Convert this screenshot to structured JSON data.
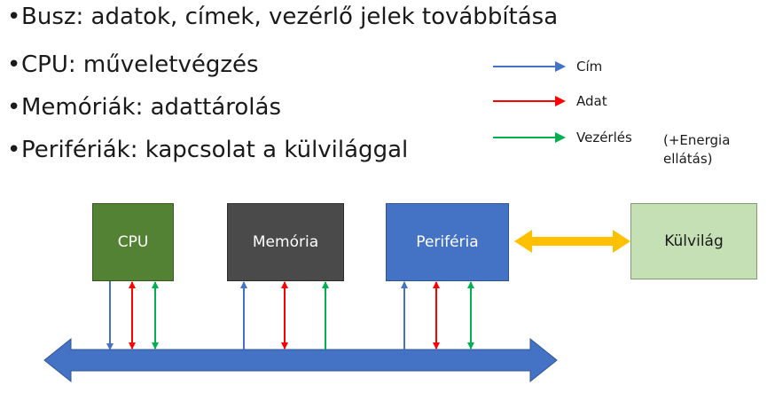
{
  "bullets": [
    "Busz: adatok, címek, vezérlő jelek továbbítása",
    "CPU: műveletvégzés",
    "Memóriák: adattárolás",
    "Perifériák: kapcsolat a külvilággal"
  ],
  "legend": {
    "address": "Cím",
    "data": "Adat",
    "control": "Vezérlés",
    "note_line1": "(+Energia",
    "note_line2": "ellátás)"
  },
  "blocks": {
    "cpu": "CPU",
    "memory": "Memória",
    "peripheral": "Periféria",
    "outside": "Külvilág"
  },
  "colors": {
    "address": "#4472c4",
    "data": "#ff0000",
    "control": "#00b050",
    "bus": "#4472c4",
    "link": "#ffc000",
    "cpu": "#548235",
    "memory": "#4a4a4a",
    "peripheral": "#4472c4",
    "outside": "#c5e0b4"
  }
}
